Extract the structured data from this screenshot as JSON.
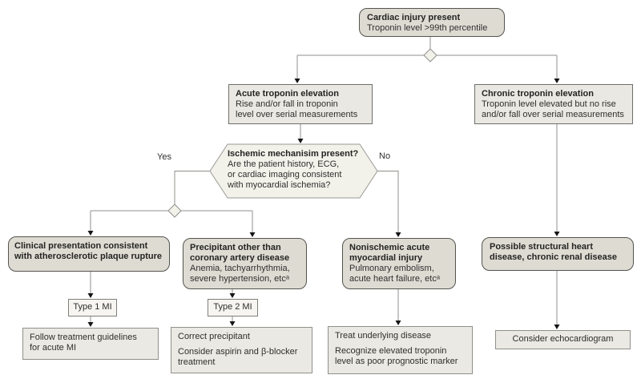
{
  "colors": {
    "rounded_fill": "#dedbd3",
    "rounded_border": "#54544f",
    "square_fill": "#e9e8e2",
    "outcome_fill": "#eae9e3",
    "hexagon_fill": "#f2f1ea",
    "connector_line": "#8f8f8b",
    "arrowhead": "#141414",
    "text": "#2f2f2d"
  },
  "diagram": {
    "root": {
      "title": "Cardiac injury present",
      "body": "Troponin level >99th percentile"
    },
    "acute": {
      "title": "Acute troponin elevation",
      "body": "Rise and/or fall in troponin\nlevel over serial measurements"
    },
    "chronic": {
      "title": "Chronic troponin elevation",
      "body": "Troponin level elevated but no rise\nand/or fall over serial measurements"
    },
    "decision": {
      "title": "Ischemic mechanisim present?",
      "body": "Are the patient history, ECG,\nor cardiac imaging consistent\nwith myocardial ischemia?"
    },
    "branch_yes": "Yes",
    "branch_no": "No",
    "clinical": {
      "title": "Clinical presentation consistent\nwith atherosclerotic plaque rupture"
    },
    "precipitant": {
      "title": "Precipitant other than\ncoronary artery disease",
      "body": "Anemia, tachyarrhythmia,\nsevere hypertension, etcᵃ"
    },
    "nonischemic": {
      "title": "Nonischemic acute\nmyocardial injury",
      "body": "Pulmonary embolism,\nacute heart failure, etcᵃ"
    },
    "structural": {
      "title": "Possible structural heart\ndisease, chronic renal disease"
    },
    "type1": {
      "label": "Type 1 MI"
    },
    "type2": {
      "label": "Type 2 MI"
    },
    "follow": {
      "line1": "Follow treatment guidelines\nfor acute MI"
    },
    "correct": {
      "line1": "Correct precipitant",
      "line2": "Consider aspirin and β-blocker\ntreatment"
    },
    "treat": {
      "line1": "Treat underlying disease",
      "line2": "Recognize elevated troponin\nlevel as poor prognostic marker"
    },
    "echo": {
      "label": "Consider echocardiogram"
    }
  }
}
